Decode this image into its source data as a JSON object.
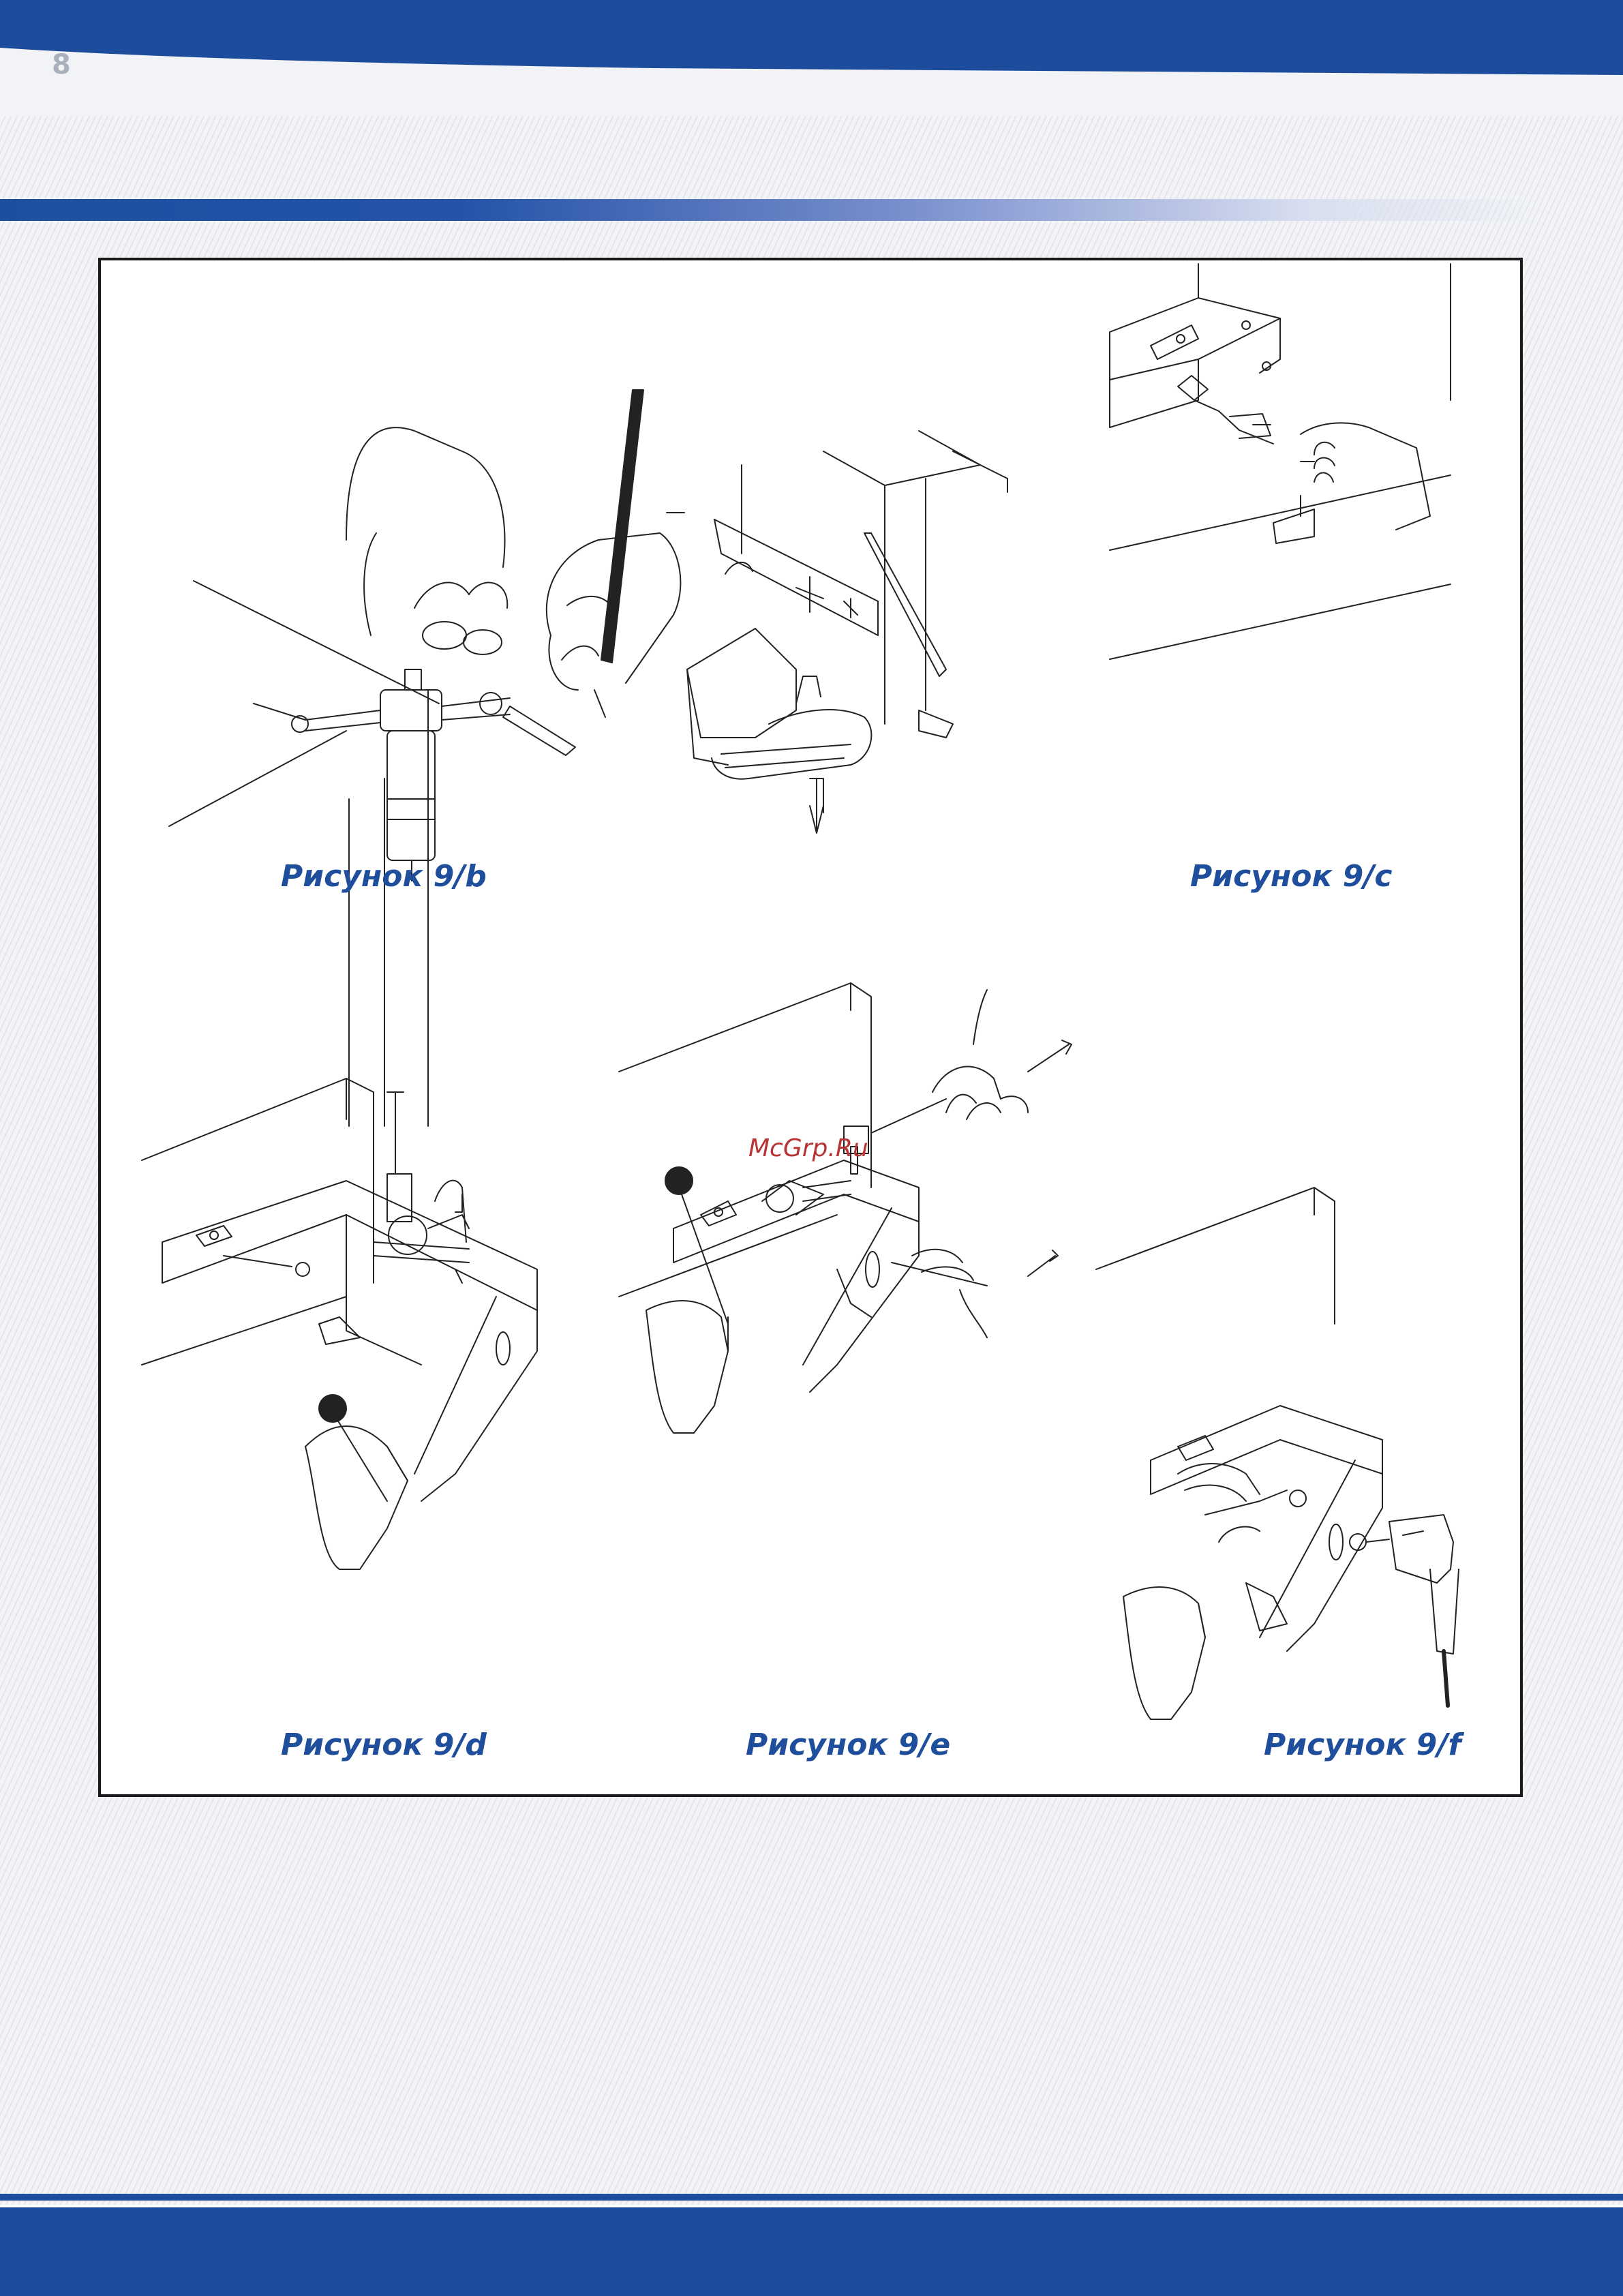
{
  "page": {
    "number": "8",
    "brand_color": "#1d4c9c"
  },
  "figures": {
    "caption_b": "Рисунок 9/b",
    "caption_c": "Рисунок 9/c",
    "caption_d": "Рисунок 9/d",
    "caption_e": "Рисунок 9/e",
    "caption_f": "Рисунок 9/f",
    "caption_color": "#1f4f9c"
  },
  "watermark": {
    "text": "McGrp.Ru",
    "color": "#b83333"
  },
  "illustrations": [
    {
      "id": "b",
      "icon": "air-filter-regulator-illustration"
    },
    {
      "id": "pedal",
      "icon": "foot-pedal-illustration"
    },
    {
      "id": "c",
      "icon": "bracket-mount-illustration"
    },
    {
      "id": "d",
      "icon": "pedal-frame-illustration"
    },
    {
      "id": "e",
      "icon": "wrench-tightening-illustration"
    },
    {
      "id": "f",
      "icon": "impact-wrench-illustration"
    }
  ]
}
